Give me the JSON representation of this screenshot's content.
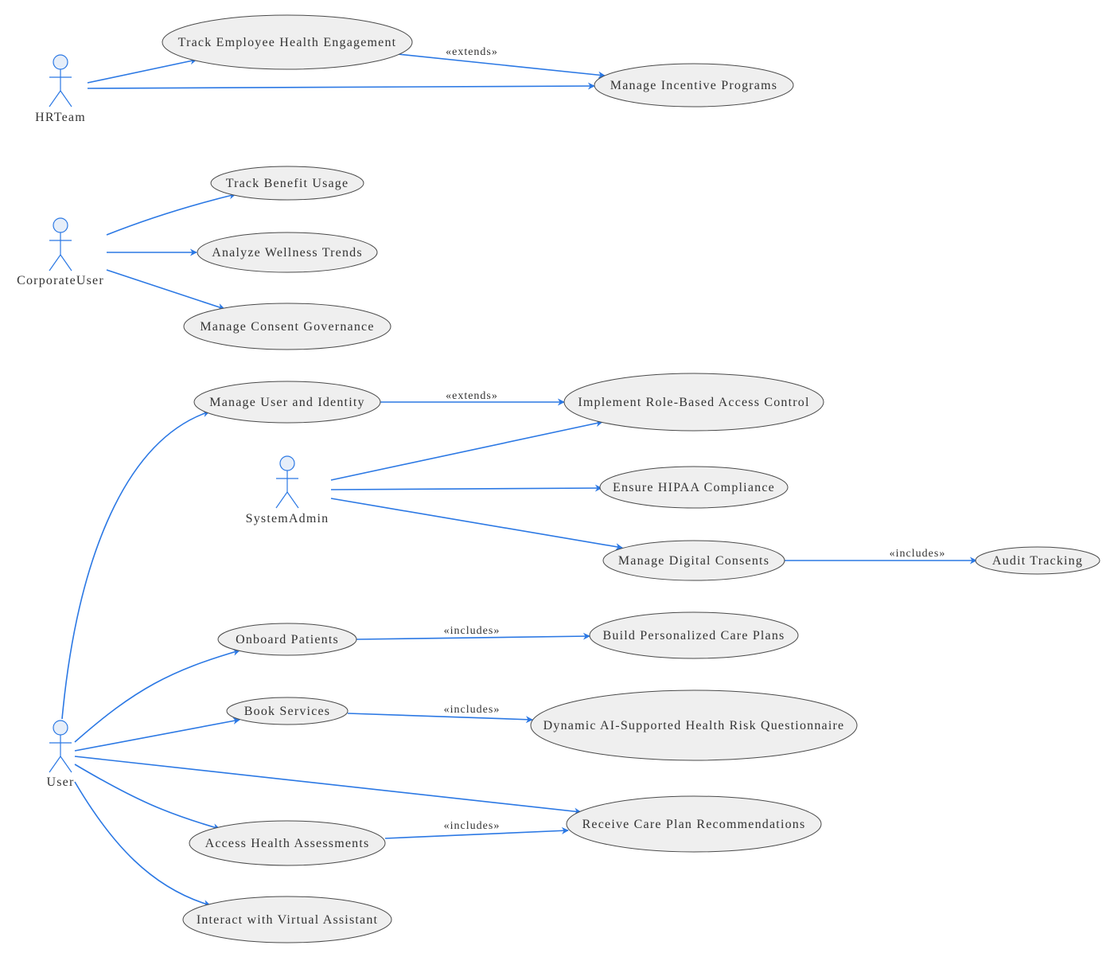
{
  "colors": {
    "edge": "#2b78e4",
    "usecase_fill": "#efefef",
    "usecase_stroke": "#4a4a4a",
    "actor_head_fill": "#e6eef9",
    "text": "#333333"
  },
  "actors": {
    "hrteam": "HRTeam",
    "corporate_user": "CorporateUser",
    "system_admin": "SystemAdmin",
    "user": "User"
  },
  "use_cases": {
    "track_employee_health_engagement": "Track Employee Health Engagement",
    "manage_incentive_programs": "Manage Incentive Programs",
    "track_benefit_usage": "Track Benefit Usage",
    "analyze_wellness_trends": "Analyze Wellness Trends",
    "manage_consent_governance": "Manage Consent Governance",
    "manage_user_and_identity": "Manage User and Identity",
    "implement_rbac": "Implement Role-Based Access Control",
    "ensure_hipaa_compliance": "Ensure HIPAA Compliance",
    "manage_digital_consents": "Manage Digital Consents",
    "audit_tracking": "Audit Tracking",
    "onboard_patients": "Onboard Patients",
    "build_personalized_care_plans": "Build Personalized Care Plans",
    "book_services": "Book Services",
    "dynamic_ai_questionnaire": "Dynamic AI-Supported Health Risk Questionnaire",
    "receive_care_plan_recommendations": "Receive Care Plan Recommendations",
    "access_health_assessments": "Access Health Assessments",
    "interact_with_virtual_assistant": "Interact with Virtual Assistant"
  },
  "relations": {
    "extends_1": "«extends»",
    "extends_2": "«extends»",
    "includes_audit": "«includes»",
    "includes_care_plans": "«includes»",
    "includes_questionnaire": "«includes»",
    "includes_recommendations": "«includes»"
  }
}
